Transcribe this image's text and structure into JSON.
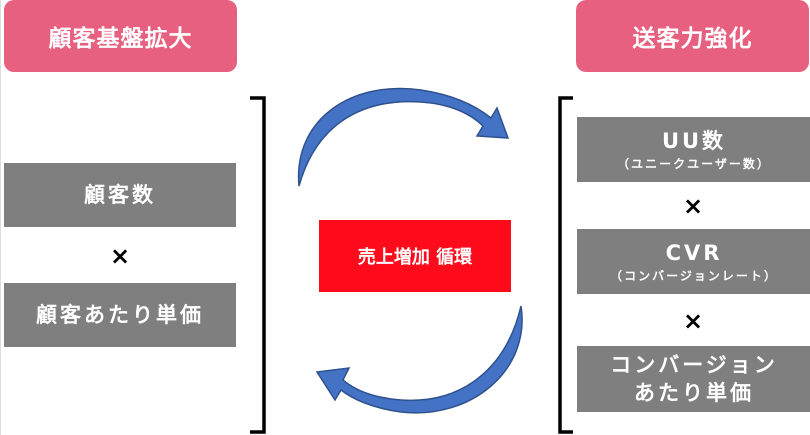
{
  "left": {
    "header": "顧客基盤拡大",
    "box1": "顧客数",
    "times": "×",
    "box2": "顧客あたり単価"
  },
  "center": {
    "label": "売上増加 循環"
  },
  "right": {
    "header": "送客力強化",
    "box1_main": "UU数",
    "box1_sub": "（ユニークユーザー数）",
    "times1": "×",
    "box2_main": "CVR",
    "box2_sub": "（コンバージョンレート）",
    "times2": "×",
    "box3_line1": "コンバージョン",
    "box3_line2": "あたり単価"
  },
  "colors": {
    "pink": "#e8607f",
    "gray": "#7f7f7f",
    "red": "#ff0b1b",
    "arrow": "#4472c4"
  }
}
